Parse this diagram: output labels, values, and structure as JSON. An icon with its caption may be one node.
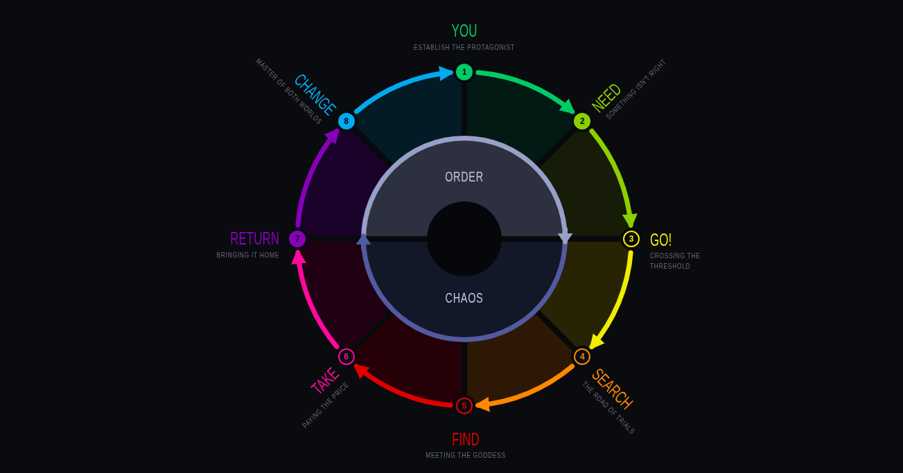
{
  "diagram": {
    "nodes": [
      {
        "text": [
          "YOU",
          "ESTABLISH THE PROTAGONIST",
          "1"
        ]
      },
      {
        "text": [
          "NEED",
          "SOMETHING ISN'T RIGHT",
          "2"
        ]
      },
      {
        "text": [
          "3",
          "GO!",
          "CROSSING THE THRESHOLD"
        ]
      },
      {
        "text": [
          "4",
          "SEARCH",
          "THE ROAD OF TRIALS"
        ]
      },
      {
        "text": [
          "5",
          "FIND",
          "MEETING THE GODDESS"
        ]
      },
      {
        "text": [
          "6",
          "TAKE",
          "PAYING THE PRICE"
        ]
      },
      {
        "text": [
          "RETURN",
          "7",
          "BRINGING IT HOME"
        ]
      },
      {
        "text": [
          "MASTER OF BOTH WORLDS",
          "CHANGE",
          "8"
        ]
      },
      {
        "text": [
          "ORDER"
        ]
      },
      {
        "text": [],
        "shape": "circle"
      },
      {
        "text": [
          "CHAOS"
        ]
      }
    ],
    "edges": [
      {
        "from": 0,
        "to": 1,
        "arrow": "to",
        "color": "#00cc66"
      },
      {
        "from": 1,
        "to": 2,
        "arrow": "to",
        "color": "#8ccf00"
      },
      {
        "from": 2,
        "to": 3,
        "arrow": "to",
        "color": "#f2ec00"
      },
      {
        "from": 3,
        "to": 4,
        "arrow": "to",
        "color": "#ff8800"
      },
      {
        "from": 4,
        "to": 5,
        "arrow": "to",
        "color": "#e00000"
      },
      {
        "from": 5,
        "to": 6,
        "arrow": "to",
        "color": "#ff0a9a"
      },
      {
        "from": 6,
        "to": 7,
        "arrow": "to",
        "color": "#8800bb"
      },
      {
        "from": 7,
        "to": 0,
        "arrow": "to",
        "color": "#00aaee"
      },
      {
        "from": 8,
        "to": 10,
        "arrow": "to",
        "color": "#98a0c8"
      },
      {
        "from": 10,
        "to": 8,
        "arrow": "to",
        "color": "#525aa0"
      }
    ]
  }
}
